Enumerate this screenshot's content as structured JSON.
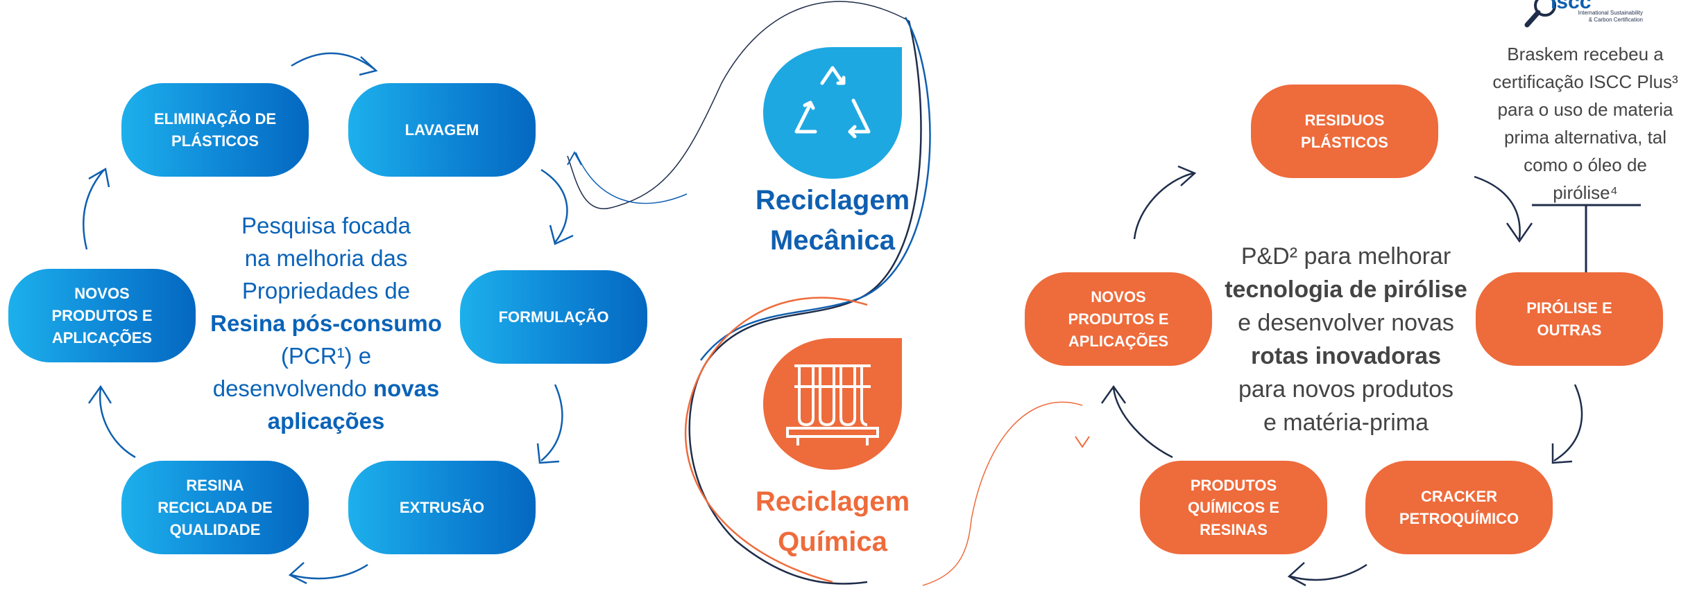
{
  "colors": {
    "blue_dark": "#0f5fb0",
    "blue_light": "#1db0ec",
    "orange": "#ee6b3b",
    "navy_arrow": "#1f2d4a",
    "text_gray": "#444444"
  },
  "mechanical": {
    "title_line1": "Reciclagem",
    "title_line2": "Mecânica",
    "icon": "recycle-icon",
    "steps": [
      "ELIMINAÇÃO DE\nPLÁSTICOS",
      "LAVAGEM",
      "FORMULAÇÃO",
      "EXTRUSÃO",
      "RESINA\nRECICLADA DE\nQUALIDADE",
      "NOVOS\nPRODUTOS E\nAPLICAÇÕES"
    ],
    "center_text": {
      "l1": "Pesquisa focada",
      "l2": "na melhoria das",
      "l3": "Propriedades de",
      "l4": "Resina pós-consumo",
      "l5a": "(PCR¹) e",
      "l6a": "desenvolvendo ",
      "l6b": "novas",
      "l7": "aplicações"
    }
  },
  "chemical": {
    "title_line1": "Reciclagem",
    "title_line2": "Química",
    "icon": "test-tubes-icon",
    "steps": [
      "RESIDUOS\nPLÁSTICOS",
      "PIRÓLISE E\nOUTRAS",
      "CRACKER\nPETROQUÍMICO",
      "PRODUTOS\nQUÍMICOS E\nRESINAS",
      "NOVOS\nPRODUTOS E\nAPLICAÇÕES"
    ],
    "center_text": {
      "l1": "P&D² para melhorar",
      "l2": "tecnologia de pirólise",
      "l3": "e desenvolver novas",
      "l4": "rotas inovadoras",
      "l5": "para novos produtos",
      "l6": "e matéria-prima"
    }
  },
  "certification": {
    "logo_text": "iscc",
    "logo_sub1": "International Sustainability",
    "logo_sub2": "& Carbon Certification",
    "l1": "Braskem recebeu a",
    "l2": "certificação ISCC Plus³",
    "l3": "para o uso de materia",
    "l4": "prima alternativa, tal",
    "l5": "como o óleo de",
    "l6": "pirólise⁴"
  }
}
